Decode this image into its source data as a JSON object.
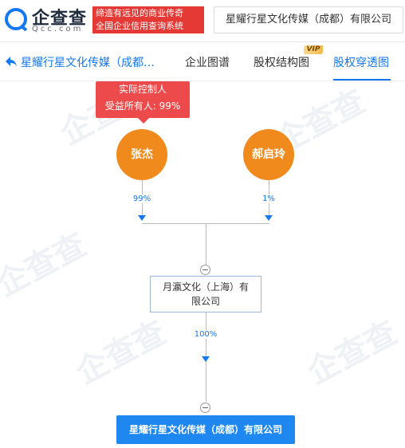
{
  "header": {
    "logo_text": "企查查",
    "logo_sub": "Qcc.com",
    "slogan_line1": "缔造有远见的商业传奇",
    "slogan_line2": "全国企业信用查询系统",
    "search_value": "星耀行星文化传媒（成都）有限公司"
  },
  "tabs": {
    "company_link": "星耀行星文化传媒（成都…",
    "items": [
      {
        "label": "企业图谱"
      },
      {
        "label": "股权结构图"
      },
      {
        "label": "股权穿透图"
      }
    ],
    "vip_badge": "VIP"
  },
  "watermark_text": "企查查",
  "controller": {
    "line1": "实际控制人",
    "line2": "受益所有人: 99%"
  },
  "shareholders": [
    {
      "name": "张杰",
      "percent": "99%"
    },
    {
      "name": "郝启玲",
      "percent": "1%"
    }
  ],
  "intermediate": {
    "name_line1": "月瀛文化（上海）有",
    "name_line2": "限公司",
    "percent": "100%"
  },
  "target_company": "星耀行星文化传媒（成都）有限公司",
  "colors": {
    "brand_blue": "#1478f0",
    "person_orange": "#f08a1c",
    "badge_red": "#ed4b4b",
    "target_blue": "#1e88f0"
  }
}
